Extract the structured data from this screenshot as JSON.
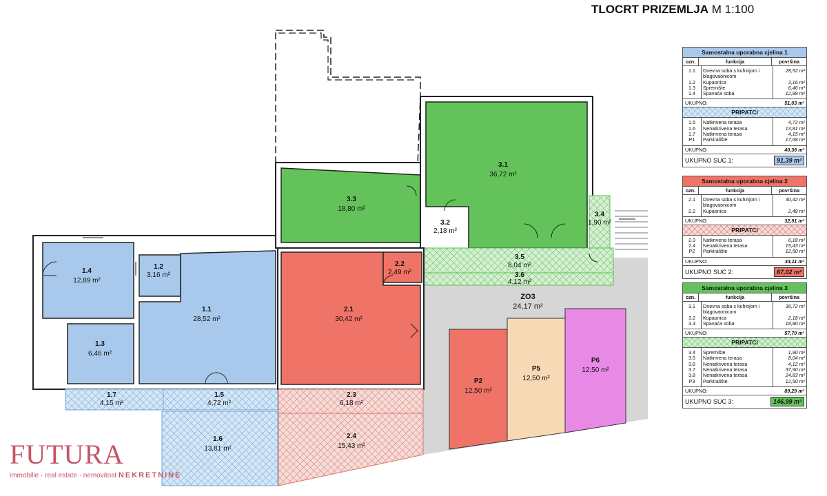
{
  "header": {
    "title": "TLOCRT PRIZEMLJA",
    "scale": "M 1:100"
  },
  "colors": {
    "blue_solid": "#a9c9ec",
    "blue_hatch": "#9fc6e8",
    "red_solid": "#ef7366",
    "red_hatch": "#e99a90",
    "green_solid": "#63c35a",
    "green_hatch": "#8fd28a",
    "orange_solid": "#f8d9b5",
    "magenta_solid": "#e889e6",
    "grey_yard": "#d6d6d6",
    "unit1_header": "#a9c9ec",
    "unit2_header": "#ef7366",
    "unit3_header": "#63c35a"
  },
  "rooms": [
    {
      "id": "1.4",
      "area": "12,89 m²"
    },
    {
      "id": "1.2",
      "area": "3,16 m²"
    },
    {
      "id": "1.1",
      "area": "28,52 m²"
    },
    {
      "id": "1.3",
      "area": "6,46 m²"
    },
    {
      "id": "1.7",
      "area": "4,15 m²"
    },
    {
      "id": "1.5",
      "area": "4,72 m²"
    },
    {
      "id": "1.6",
      "area": "13,81 m²"
    },
    {
      "id": "2.1",
      "area": "30,42 m²"
    },
    {
      "id": "2.2",
      "area": "2,49 m²"
    },
    {
      "id": "2.3",
      "area": "6,18 m²"
    },
    {
      "id": "2.4",
      "area": "15,43 m²"
    },
    {
      "id": "3.1",
      "area": "36,72 m²"
    },
    {
      "id": "3.2",
      "area": "2,18 m²"
    },
    {
      "id": "3.3",
      "area": "18,80 m²"
    },
    {
      "id": "3.4",
      "area": "1,90 m²"
    },
    {
      "id": "3.5",
      "area": "8,04 m²"
    },
    {
      "id": "3.6",
      "area": "4,12 m²"
    },
    {
      "id": "ZO3",
      "area": "24,17 m²"
    },
    {
      "id": "P2",
      "area": "12,50 m²"
    },
    {
      "id": "P5",
      "area": "12,50 m²"
    },
    {
      "id": "P6",
      "area": "12,50 m²"
    }
  ],
  "tables": [
    {
      "title": "Samostalna uporabna cjelina 1",
      "col_oznaka": "ozn.",
      "col_funkcija": "funkcija",
      "col_povrsina": "površina",
      "rows": [
        {
          "ozn": "1.1",
          "funkcija": "Dnevna soba s kuhinjom i",
          "povrsina": "28,52 m²"
        },
        {
          "ozn": "",
          "funkcija": "blagovaonicom",
          "povrsina": ""
        },
        {
          "ozn": "1.2",
          "funkcija": "Kupaonica",
          "povrsina": "3,16 m²"
        },
        {
          "ozn": "1.3",
          "funkcija": "Spremište",
          "povrsina": "6,46 m²"
        },
        {
          "ozn": "1.4",
          "funkcija": "Spavaća soba",
          "povrsina": "12,89 m²"
        }
      ],
      "ukupno_label": "UKUPNO:",
      "ukupno": "51,03 m²",
      "pripatci_label": "PRIPATCI",
      "pripatci": [
        {
          "ozn": "1.5",
          "funkcija": "Natkrivena terasa",
          "povrsina": "4,72 m²"
        },
        {
          "ozn": "1.6",
          "funkcija": "Nenatkrivena terasa",
          "povrsina": "13,81 m²"
        },
        {
          "ozn": "1.7",
          "funkcija": "Natkrivena terasa",
          "povrsina": "4,15 m²"
        },
        {
          "ozn": "P1",
          "funkcija": "Parkiralište",
          "povrsina": "17,68 m²"
        }
      ],
      "pripatci_ukupno_label": "UKUPNO:",
      "pripatci_ukupno": "40,36 m²",
      "total_label": "UKUPNO SUC 1:",
      "total": "91,39 m²"
    },
    {
      "title": "Samostalna uporabna cjelina 2",
      "col_oznaka": "ozn.",
      "col_funkcija": "funkcija",
      "col_povrsina": "površina",
      "rows": [
        {
          "ozn": "2.1",
          "funkcija": "Dnevna soba s kuhinjom i",
          "povrsina": "30,42 m²"
        },
        {
          "ozn": "",
          "funkcija": "blagovaonicom",
          "povrsina": ""
        },
        {
          "ozn": "2.2",
          "funkcija": "Kupaonica",
          "povrsina": "2,49 m²"
        }
      ],
      "ukupno_label": "UKUPNO:",
      "ukupno": "32,91 m²",
      "pripatci_label": "PRIPATCI",
      "pripatci": [
        {
          "ozn": "2.3",
          "funkcija": "Natkrivena terasa",
          "povrsina": "6,18 m²"
        },
        {
          "ozn": "2.4",
          "funkcija": "Nenatkrivena terasa",
          "povrsina": "15,43 m²"
        },
        {
          "ozn": "P2",
          "funkcija": "Parkiralište",
          "povrsina": "12,50 m²"
        }
      ],
      "pripatci_ukupno_label": "UKUPNO:",
      "pripatci_ukupno": "34,11 m²",
      "total_label": "UKUPNO SUC 2:",
      "total": "67,02 m²"
    },
    {
      "title": "Samostalna uporabna cjelina 3",
      "col_oznaka": "ozn.",
      "col_funkcija": "funkcija",
      "col_povrsina": "površina",
      "rows": [
        {
          "ozn": "3.1",
          "funkcija": "Dnevna soba s kuhinjom i",
          "povrsina": "36,72 m²"
        },
        {
          "ozn": "",
          "funkcija": "blagovaonicom",
          "povrsina": ""
        },
        {
          "ozn": "3.2",
          "funkcija": "Kupaonica",
          "povrsina": "2,18 m²"
        },
        {
          "ozn": "3.3",
          "funkcija": "Spavaća soba",
          "povrsina": "18,80 m²"
        }
      ],
      "ukupno_label": "UKUPNO:",
      "ukupno": "57,70 m²",
      "pripatci_label": "PRIPATCI",
      "pripatci": [
        {
          "ozn": "3.4",
          "funkcija": "Spremište",
          "povrsina": "1,90 m²"
        },
        {
          "ozn": "3.5",
          "funkcija": "Natkrivena terasa",
          "povrsina": "8,04 m²"
        },
        {
          "ozn": "3.6",
          "funkcija": "Nenatkrivena terasa",
          "povrsina": "4,12 m²"
        },
        {
          "ozn": "3.7",
          "funkcija": "Nenatkrivena terasa",
          "povrsina": "37,90 m²"
        },
        {
          "ozn": "3.8",
          "funkcija": "Nenatkrivena terasa",
          "povrsina": "24,83 m²"
        },
        {
          "ozn": "P3",
          "funkcija": "Parkiralište",
          "povrsina": "12,50 m²"
        }
      ],
      "pripatci_ukupno_label": "UKUPNO:",
      "pripatci_ukupno": "89,29 m²",
      "total_label": "UKUPNO SUC 3:",
      "total": "146,99 m²"
    }
  ],
  "logo": {
    "name": "FUTURA",
    "sub_main": "NEKRETNINE",
    "sub_left": "immobilie · real estate · nemovitost"
  }
}
